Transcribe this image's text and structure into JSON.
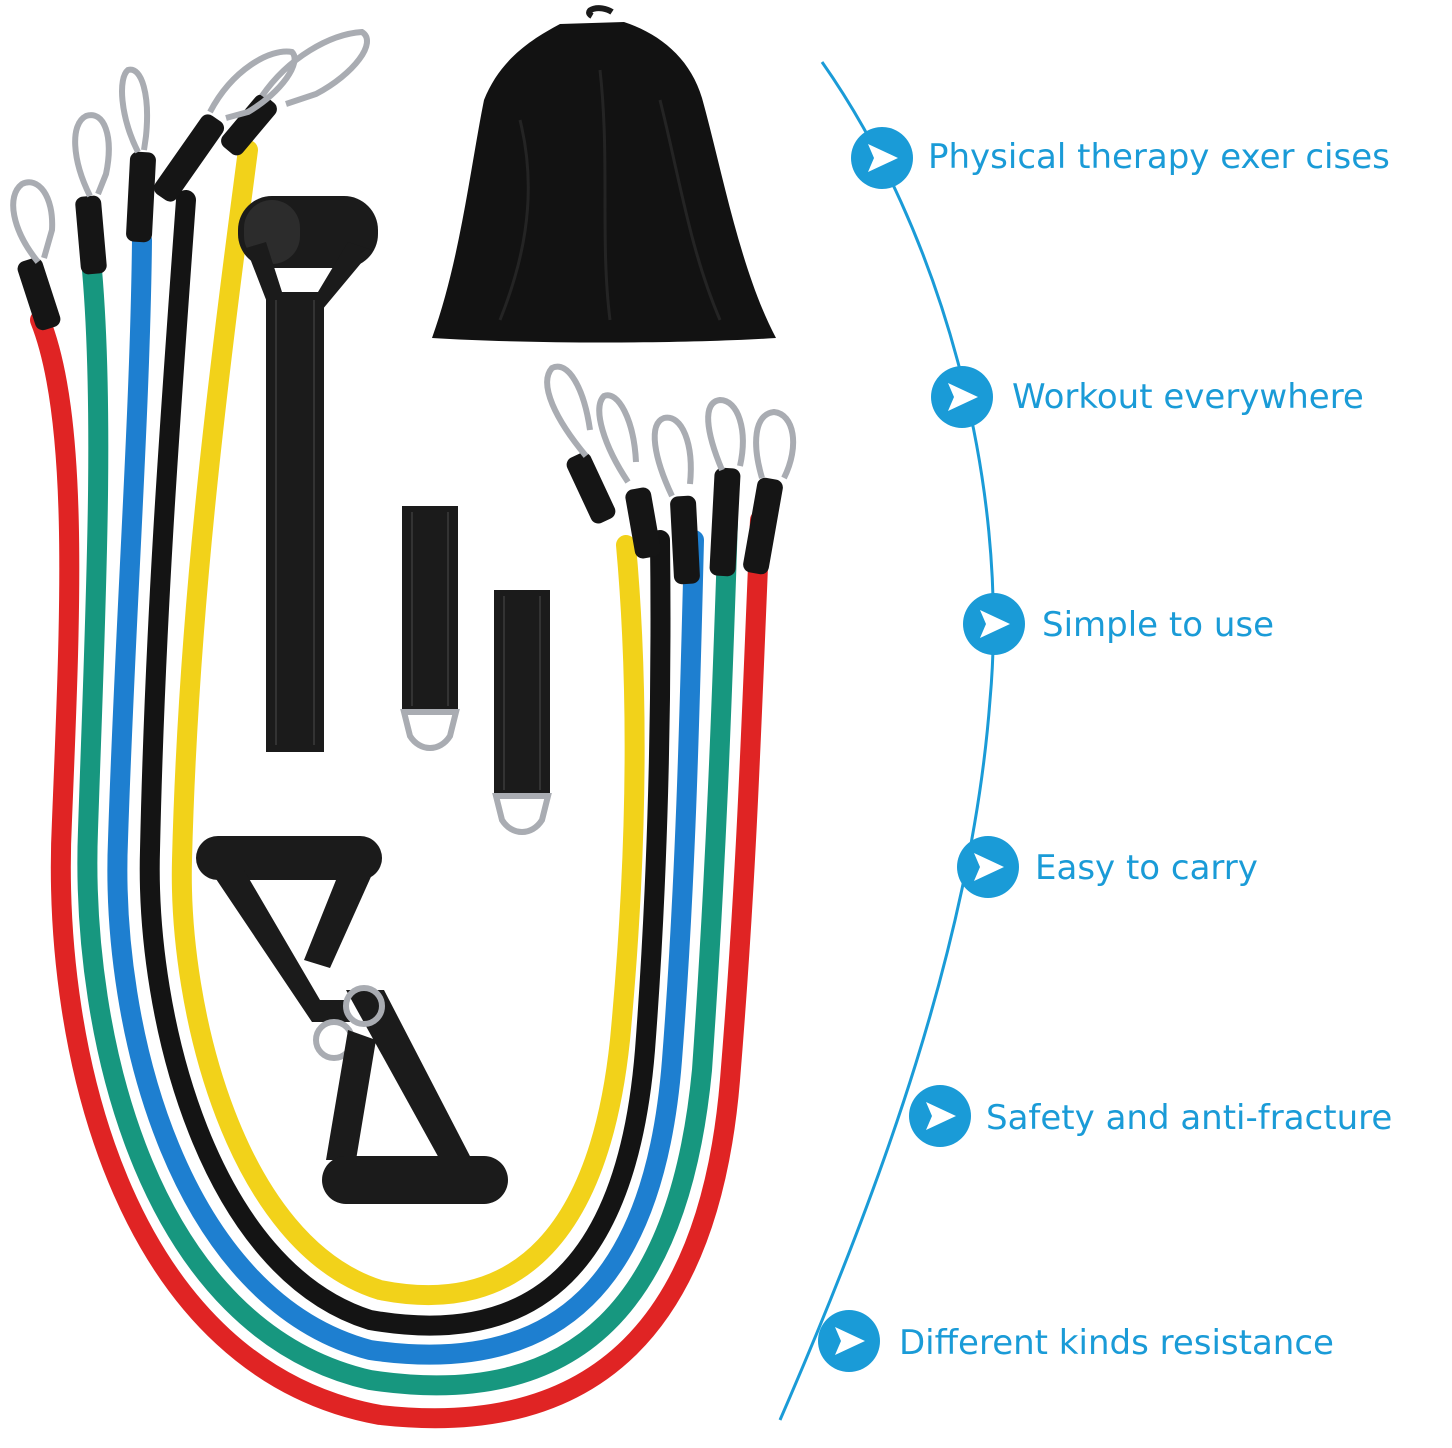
{
  "colors": {
    "accent": "#1a9bd7",
    "band_red": "#e02424",
    "band_green": "#17977f",
    "band_blue": "#1e7fd0",
    "band_black": "#141414",
    "band_yellow": "#f2d21a",
    "accessory_black": "#1b1b1b",
    "metal": "#a9acb2"
  },
  "features": [
    {
      "label": "Physical therapy exer cises",
      "icon": "chevron-right-icon"
    },
    {
      "label": "Workout everywhere",
      "icon": "chevron-right-icon"
    },
    {
      "label": "Simple to use",
      "icon": "chevron-right-icon"
    },
    {
      "label": "Easy to carry",
      "icon": "chevron-right-icon"
    },
    {
      "label": "Safety and anti-fracture",
      "icon": "chevron-right-icon"
    },
    {
      "label": "Different kinds resistance",
      "icon": "chevron-right-icon"
    }
  ]
}
